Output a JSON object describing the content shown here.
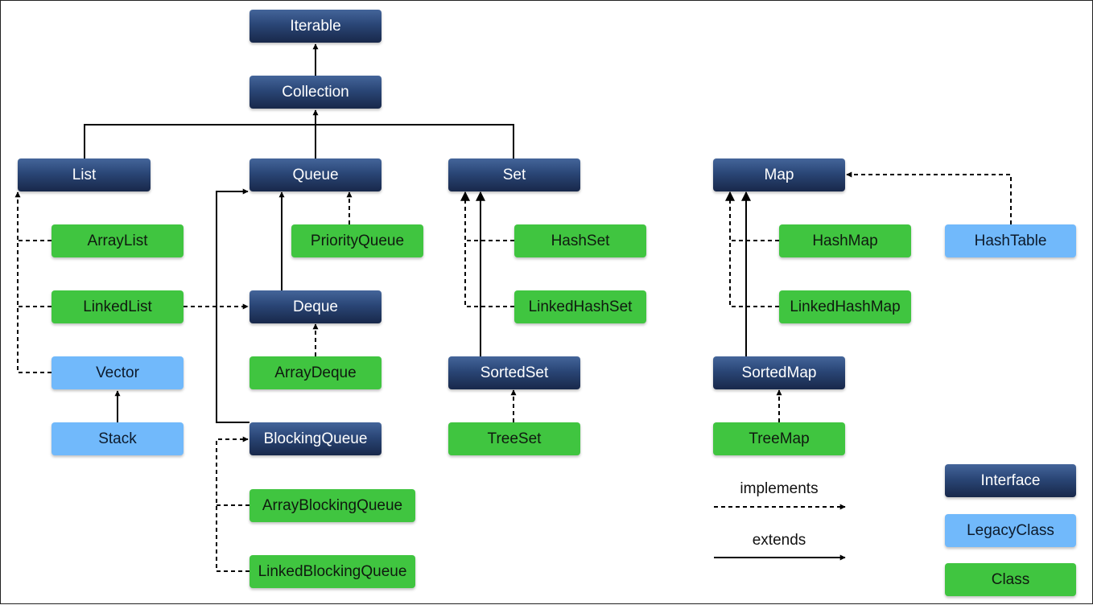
{
  "nodes": {
    "iterable": "Iterable",
    "collection": "Collection",
    "list": "List",
    "queue": "Queue",
    "set": "Set",
    "map": "Map",
    "arraylist": "ArrayList",
    "priorityqueue": "PriorityQueue",
    "hashset": "HashSet",
    "hashmap": "HashMap",
    "hashtable": "HashTable",
    "linkedlist": "LinkedList",
    "deque": "Deque",
    "linkedhashset": "LinkedHashSet",
    "linkedhashmap": "LinkedHashMap",
    "vector": "Vector",
    "arraydeque": "ArrayDeque",
    "sortedset": "SortedSet",
    "sortedmap": "SortedMap",
    "stack": "Stack",
    "blockingqueue": "BlockingQueue",
    "treeset": "TreeSet",
    "treemap": "TreeMap",
    "arrayblockingqueue": "ArrayBlockingQueue",
    "linkedblockingqueue": "LinkedBlockingQueue"
  },
  "legend": {
    "implements": "implements",
    "extends": "extends",
    "interface": "Interface",
    "legacy_class": "LegacyClass",
    "class": "Class"
  },
  "colors": {
    "interface": "#2a4676",
    "legacy_class": "#71b9fb",
    "class": "#40c540"
  }
}
